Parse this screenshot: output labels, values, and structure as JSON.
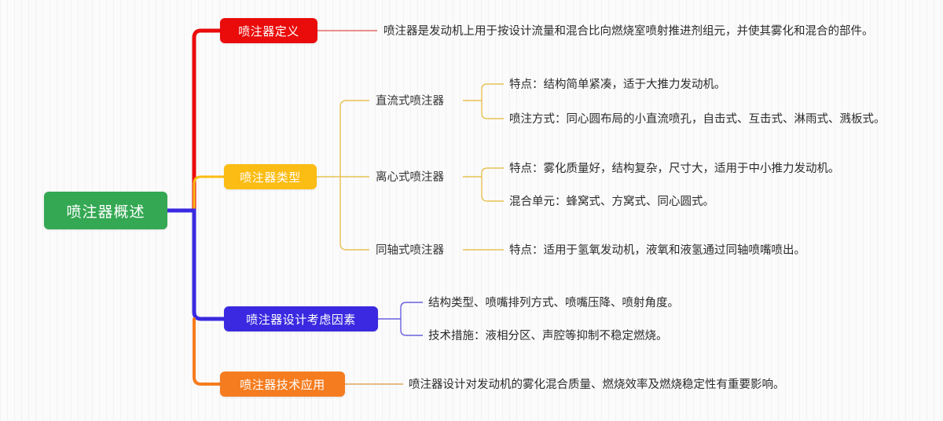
{
  "title": "喷注器概述",
  "diagram": {
    "type": "mindmap",
    "root": {
      "label": "喷注器概述",
      "color": "#34a853"
    },
    "branches": [
      {
        "label": "喷注器定义",
        "color": "#ea0b0b",
        "children": [
          {
            "label": "喷注器是发动机上用于按设计流量和混合比向燃烧室喷射推进剂组元，并使其雾化和混合的部件。"
          }
        ]
      },
      {
        "label": "喷注器类型",
        "color": "#fbbc13",
        "children": [
          {
            "label": "直流式喷注器",
            "children": [
              {
                "label": "特点：结构简单紧凑，适于大推力发动机。"
              },
              {
                "label": "喷注方式：同心圆布局的小直流喷孔，自击式、互击式、淋雨式、溅板式。"
              }
            ]
          },
          {
            "label": "离心式喷注器",
            "children": [
              {
                "label": "特点：雾化质量好，结构复杂，尺寸大，适用于中小推力发动机。"
              },
              {
                "label": "混合单元：蜂窝式、方窝式、同心圆式。"
              }
            ]
          },
          {
            "label": "同轴式喷注器",
            "children": [
              {
                "label": "特点：适用于氢氧发动机，液氧和液氢通过同轴喷嘴喷出。"
              }
            ]
          }
        ]
      },
      {
        "label": "喷注器设计考虑因素",
        "color": "#3a29e0",
        "children": [
          {
            "label": "结构类型、喷嘴排列方式、喷嘴压降、喷射角度。"
          },
          {
            "label": "技术措施：液相分区、声腔等抑制不稳定燃烧。"
          }
        ]
      },
      {
        "label": "喷注器技术应用",
        "color": "#f57c1f",
        "children": [
          {
            "label": "喷注器设计对发动机的雾化混合质量、燃烧效率及燃烧稳定性有重要影响。"
          }
        ]
      }
    ]
  }
}
